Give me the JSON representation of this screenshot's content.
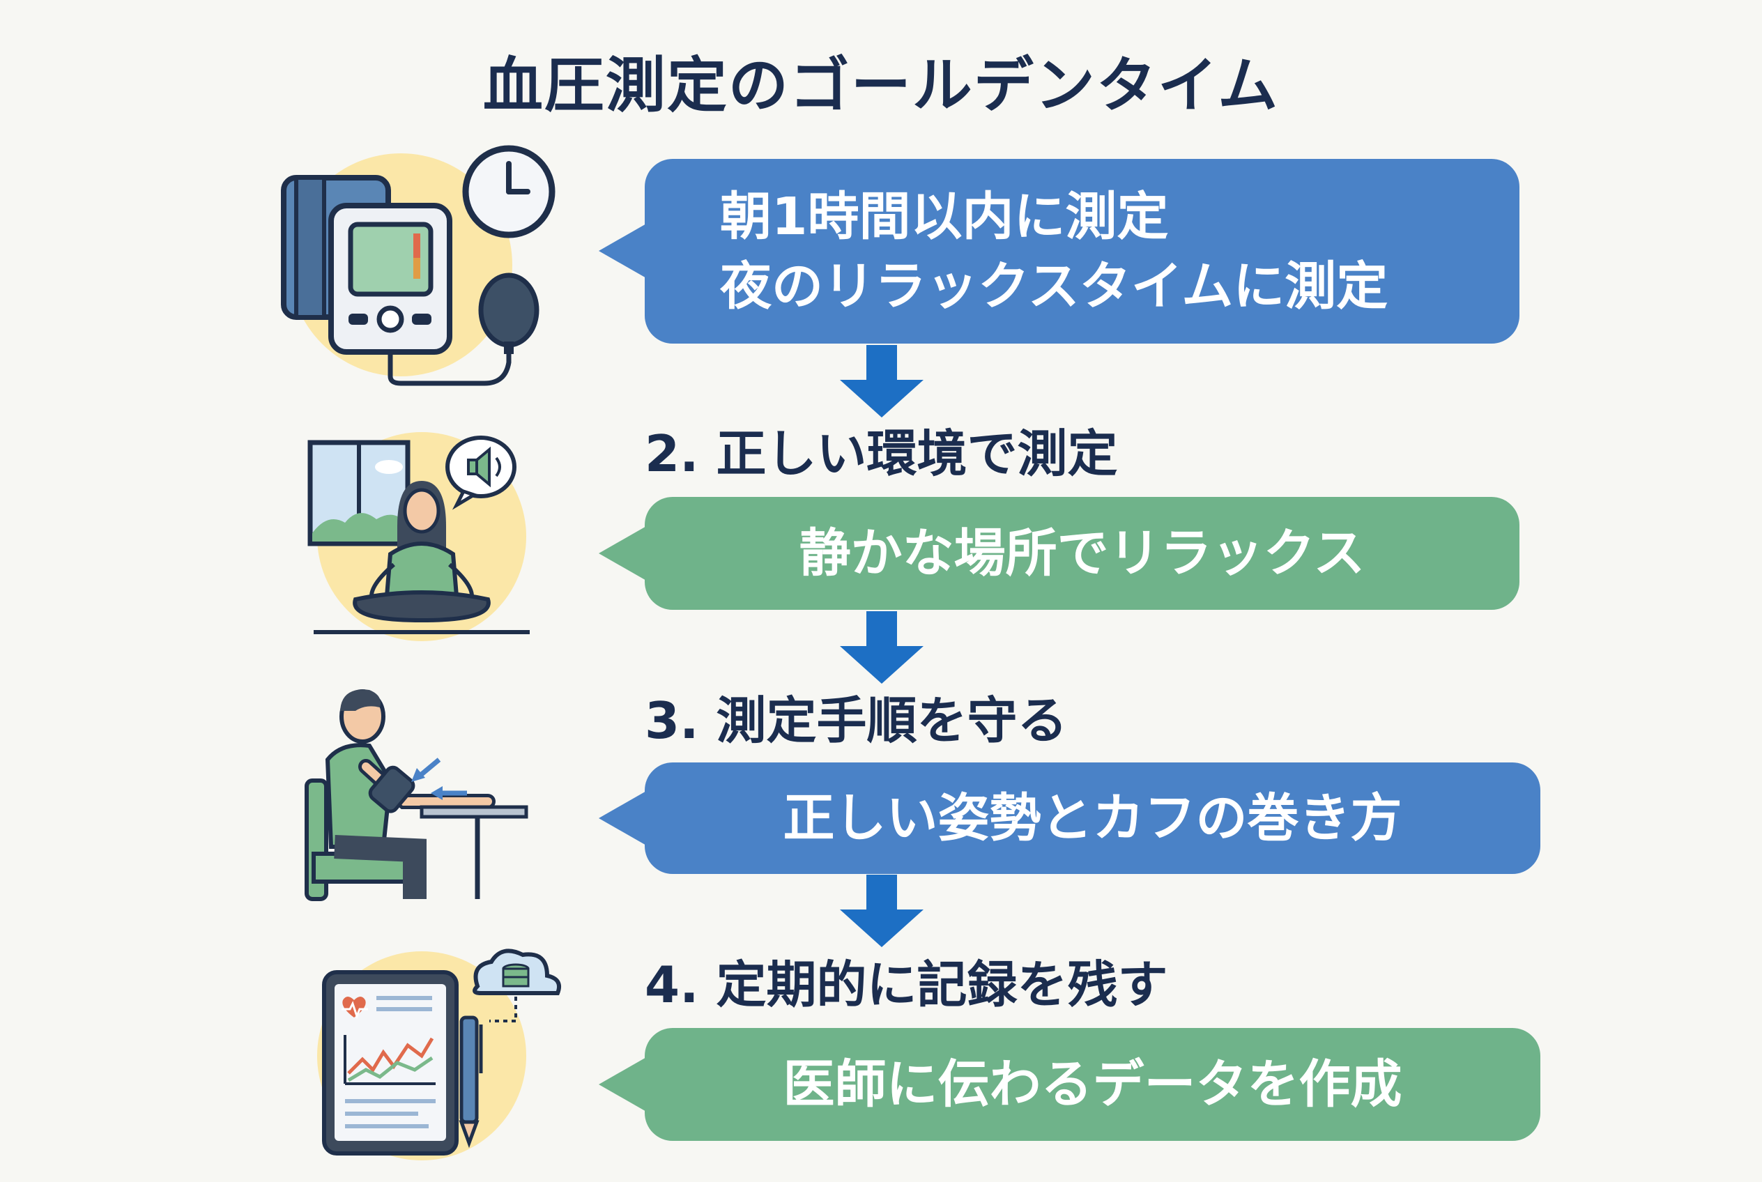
{
  "title": "血圧測定のゴールデンタイム",
  "steps": [
    {
      "heading": "",
      "lines": [
        "朝1時間以内に測定",
        "夜のリラックスタイムに測定"
      ],
      "color": "#4a82c7",
      "icon": "blood-pressure-monitor-clock-icon"
    },
    {
      "heading": "2. 正しい環境で測定",
      "lines": [
        "静かな場所でリラックス"
      ],
      "color": "#6fb38a",
      "icon": "meditating-woman-icon"
    },
    {
      "heading": "3. 測定手順を守る",
      "lines": [
        "正しい姿勢とカフの巻き方"
      ],
      "color": "#4a82c7",
      "icon": "seated-man-cuff-icon"
    },
    {
      "heading": "4. 定期的に記録を残す",
      "lines": [
        "医師に伝わるデータを作成"
      ],
      "color": "#6fb38a",
      "icon": "tablet-record-cloud-icon"
    }
  ],
  "colors": {
    "title": "#1b2d4f",
    "arrow": "#1d6fc4",
    "icon_bg": "#fbe7a8"
  }
}
